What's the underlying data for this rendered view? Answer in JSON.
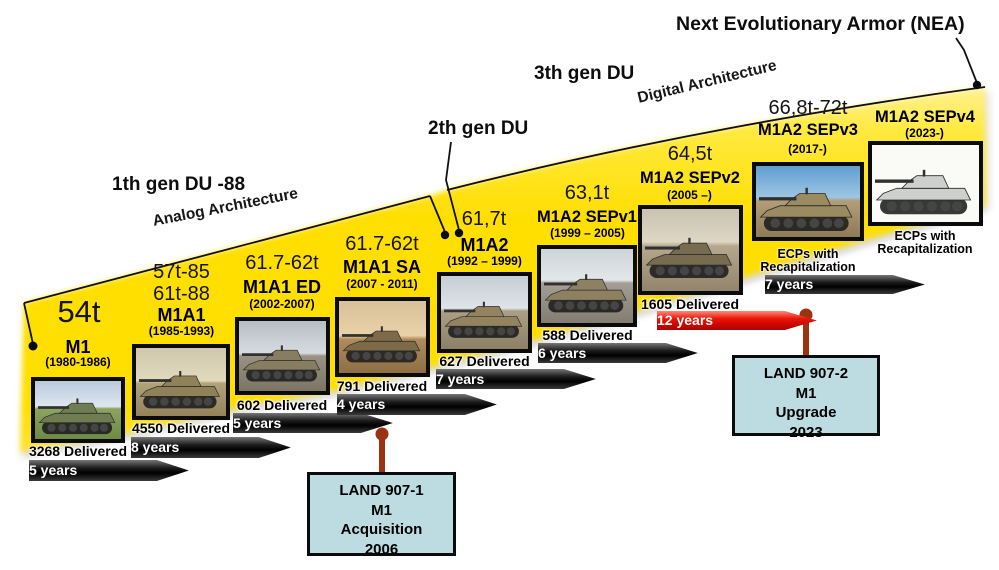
{
  "title": "Next Evolutionary Armor (NEA)",
  "generation_labels": [
    "1th gen DU -88",
    "2th gen DU",
    "3th gen DU"
  ],
  "architecture_labels": [
    "Analog Architecture",
    "Digital Architecture"
  ],
  "tanks": [
    {
      "weight": "54t",
      "name": "M1",
      "years": "(1980-1986)",
      "delivered": "3268 Delivered",
      "duration": "5 years"
    },
    {
      "weight": "57t-85",
      "weight2": "61t-88",
      "name": "M1A1",
      "years": "(1985-1993)",
      "delivered": "4550 Delivered",
      "duration": "8 years"
    },
    {
      "weight": "61.7-62t",
      "name": "M1A1 ED",
      "years": "(2002-2007)",
      "delivered": "602 Delivered",
      "duration": "5 years"
    },
    {
      "weight": "61.7-62t",
      "name": "M1A1 SA",
      "years": "(2007 - 2011)",
      "delivered": "791 Delivered",
      "duration": "4 years"
    },
    {
      "weight": "61,7t",
      "name": "M1A2",
      "years": "(1992 – 1999)",
      "delivered": "627 Delivered",
      "duration": "7 years"
    },
    {
      "weight": "63,1t",
      "name": "M1A2 SEPv1",
      "years": "(1999 – 2005)",
      "delivered": "588 Delivered",
      "duration": "6 years"
    },
    {
      "weight": "64,5t",
      "name": "M1A2 SEPv2",
      "years": "(2005 –)",
      "delivered": "1605 Delivered",
      "duration": "12 years"
    },
    {
      "weight": "66,8t-72t",
      "name": "M1A2 SEPv3",
      "years": "(2017-)",
      "note": "ECPs with Recapitalization",
      "duration": "7 years"
    },
    {
      "name": "M1A2 SEPv4",
      "years": "(2023-)",
      "note": "ECPs with Recapitalization"
    }
  ],
  "callouts": [
    {
      "lines": [
        "LAND 907-1",
        "M1",
        "Acquisition",
        "2006"
      ]
    },
    {
      "lines": [
        "LAND 907-2",
        "M1",
        "Upgrade",
        "2023"
      ]
    }
  ],
  "colors": {
    "wedge_yellow": "#FFDF05",
    "wedge_pale": "#FFF7C0",
    "callout_fill": "#BCDCE2",
    "stem_brown": "#9C3412",
    "arrow_black": "#111111",
    "arrow_red": "#E81000"
  }
}
